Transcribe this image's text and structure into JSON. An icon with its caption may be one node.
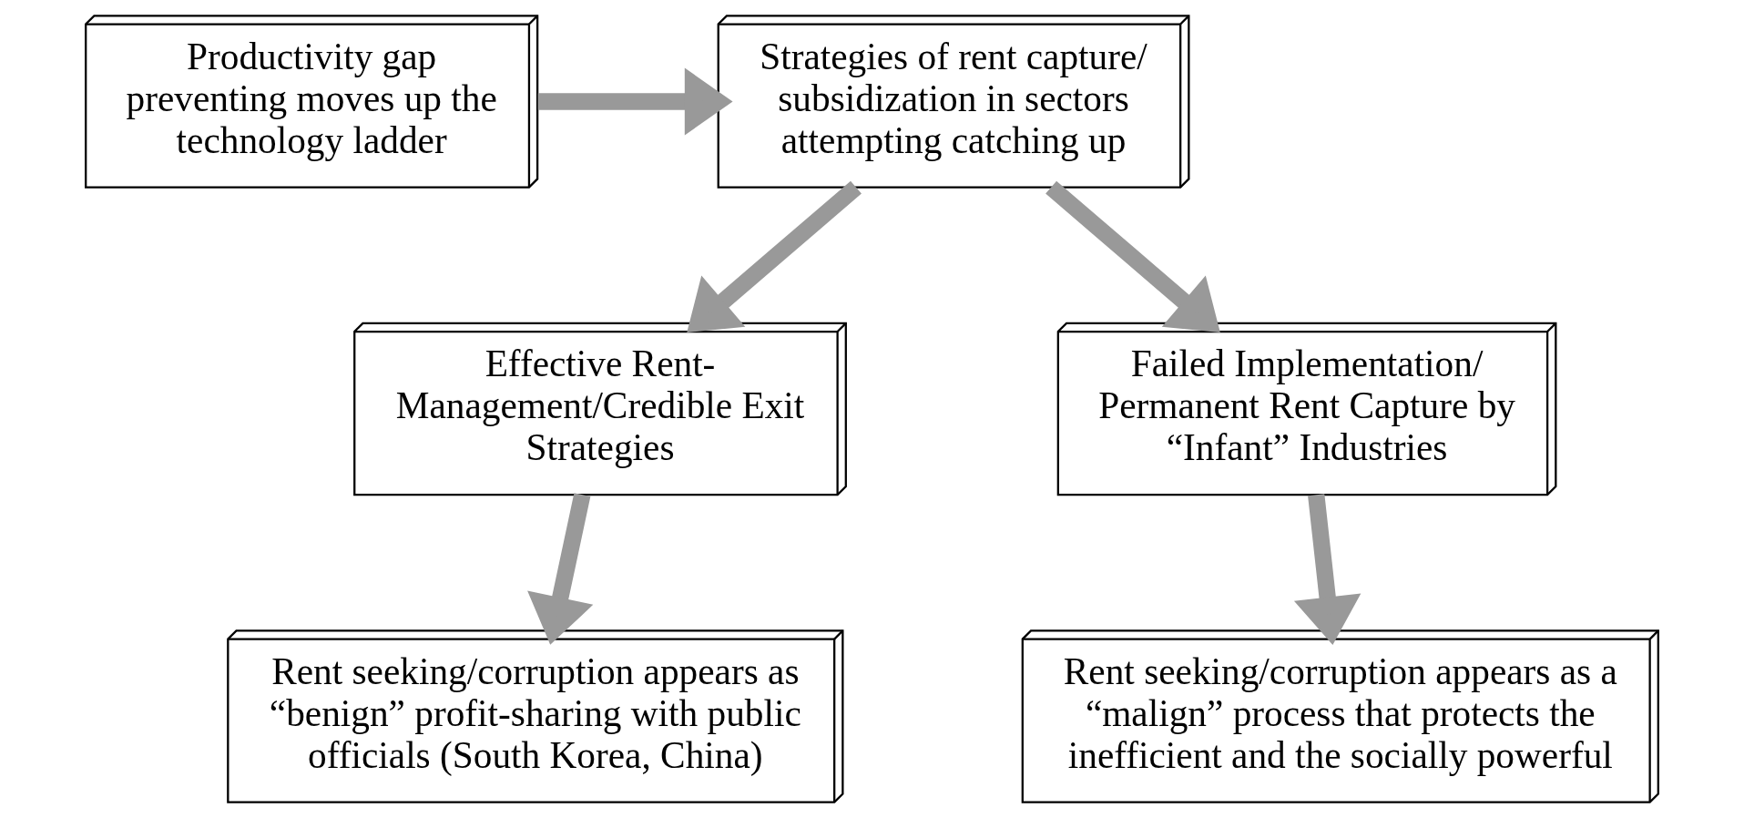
{
  "diagram": {
    "nodes": [
      {
        "text": [
          "Productivity gap preventing moves up the technology ladder"
        ]
      },
      {
        "text": [
          "Strategies of rent capture/ subsidization in sectors attempting catching up"
        ]
      },
      {
        "text": [
          "Effective Rent-Management/Credible Exit Strategies"
        ]
      },
      {
        "text": [
          "Failed Implementation/ Permanent Rent Capture by “Infant” Industries"
        ]
      },
      {
        "text": [
          "Rent seeking/corruption appears as “benign” profit-sharing with public officials (South Korea, China)"
        ]
      },
      {
        "text": [
          "Rent seeking/corruption appears as a “malign” process that protects the inefficient and the socially powerful"
        ]
      }
    ],
    "edges": [
      {
        "from": 0,
        "to": 1,
        "arrow": "to"
      },
      {
        "from": 1,
        "to": 2,
        "arrow": "to"
      },
      {
        "from": 1,
        "to": 3,
        "arrow": "to"
      },
      {
        "from": 2,
        "to": 4,
        "arrow": "to"
      },
      {
        "from": 3,
        "to": 5,
        "arrow": "to"
      }
    ]
  }
}
